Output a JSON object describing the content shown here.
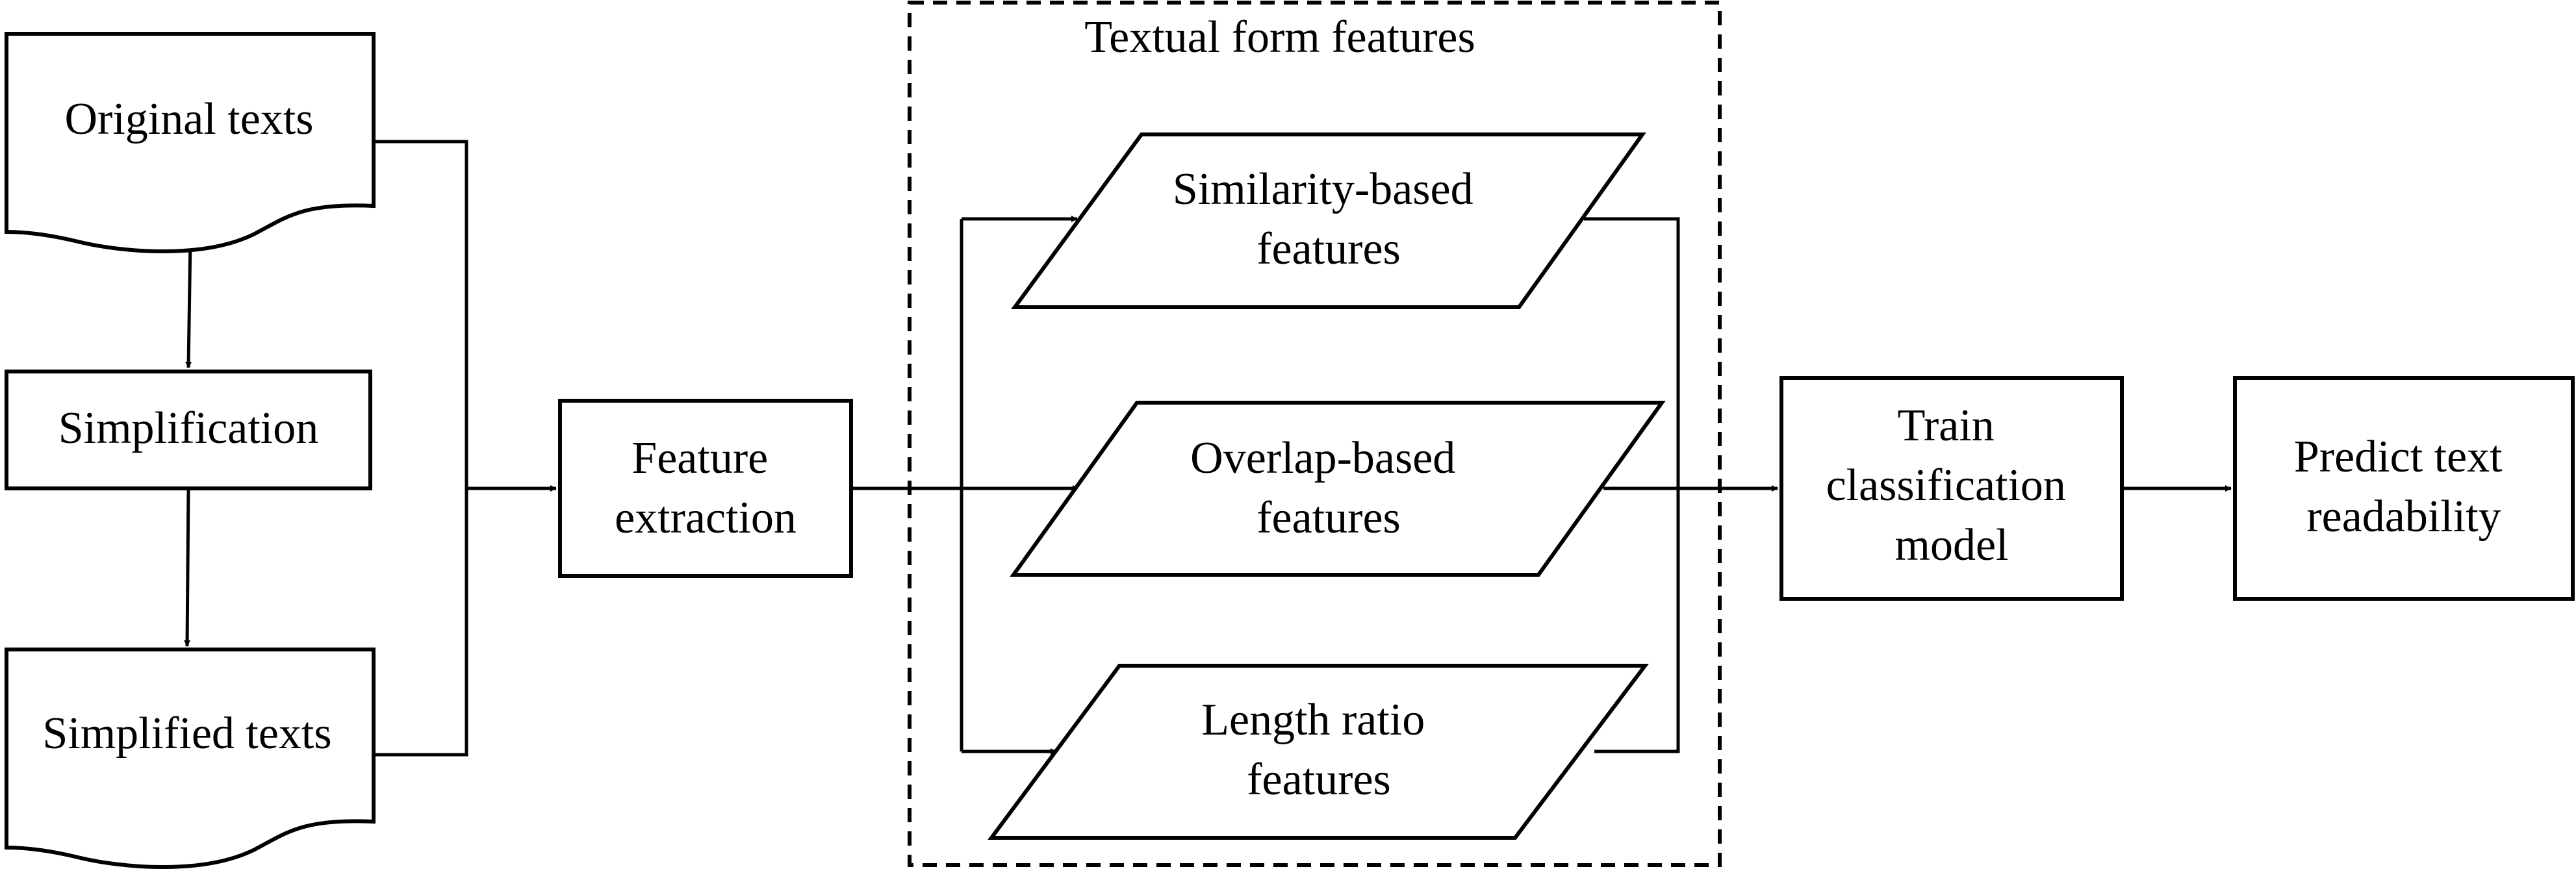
{
  "nodes": {
    "original_texts": {
      "lines": [
        "Original texts"
      ]
    },
    "simplification": {
      "lines": [
        "Simplification"
      ]
    },
    "simplified_texts": {
      "lines": [
        "Simplified texts"
      ]
    },
    "feature_extraction": {
      "lines": [
        "Feature",
        "extraction"
      ]
    },
    "similarity_features": {
      "lines": [
        "Similarity-based",
        "features"
      ]
    },
    "overlap_features": {
      "lines": [
        "Overlap-based",
        "features"
      ]
    },
    "length_ratio_features": {
      "lines": [
        "Length ratio",
        "features"
      ]
    },
    "train_model": {
      "lines": [
        "Train",
        "classification",
        "model"
      ]
    },
    "predict_readability": {
      "lines": [
        "Predict text",
        "readability"
      ]
    }
  },
  "group": {
    "title": "Textual form features"
  },
  "edges": [
    {
      "from": "Original texts",
      "to": "Simplification"
    },
    {
      "from": "Simplification",
      "to": "Simplified texts"
    },
    {
      "from": "Original texts",
      "to": "Feature extraction"
    },
    {
      "from": "Simplified texts",
      "to": "Feature extraction"
    },
    {
      "from": "Feature extraction",
      "to": "Similarity-based features"
    },
    {
      "from": "Feature extraction",
      "to": "Overlap-based features"
    },
    {
      "from": "Feature extraction",
      "to": "Length ratio features"
    },
    {
      "from": "Similarity-based features",
      "to": "Train classification model"
    },
    {
      "from": "Overlap-based features",
      "to": "Train classification model"
    },
    {
      "from": "Length ratio features",
      "to": "Train classification model"
    },
    {
      "from": "Train classification model",
      "to": "Predict text readability"
    }
  ],
  "colors": {
    "stroke": "#000000",
    "fill": "#ffffff",
    "background": "#ffffff"
  }
}
